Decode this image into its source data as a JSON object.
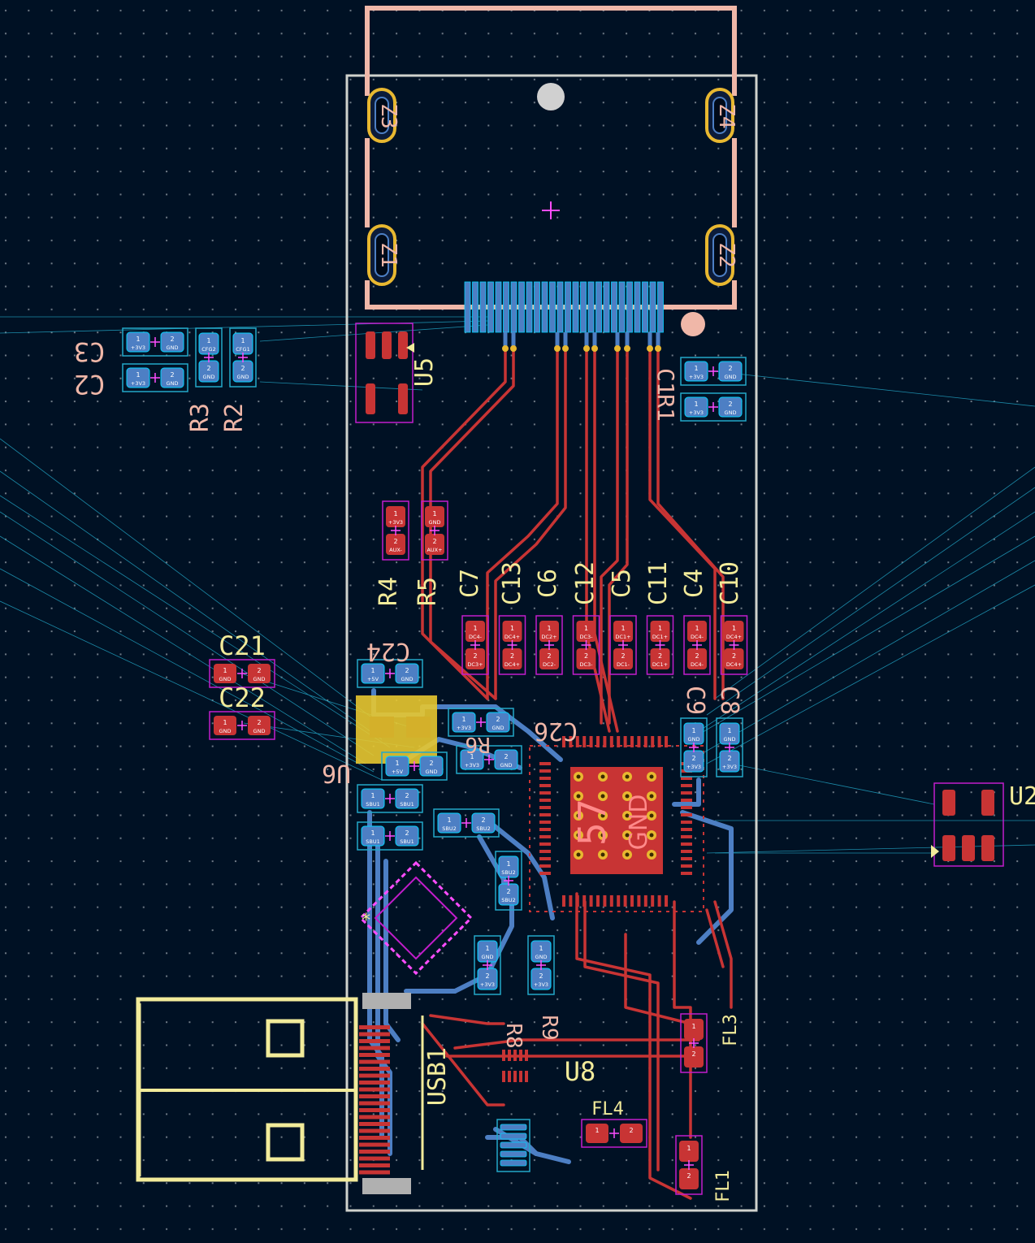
{
  "colors": {
    "background": "#001124",
    "grid_dot": "#6f7a86",
    "edge_cuts": "#d0d2cd",
    "front_copper": "#c83434",
    "back_copper": "#4d7fc4",
    "front_silk": "#f2eb9a",
    "back_silk": "#f0b7a8",
    "courtyard": "#c21dcc",
    "ratsnest": "#23a8c8",
    "pad_outline": "#00d4ff",
    "gnd_zone_text": "#e06060",
    "highlight": "#ff4dff"
  },
  "reference_labels": {
    "front": [
      "U5",
      "R4",
      "R5",
      "C7",
      "C13",
      "C6",
      "C12",
      "C5",
      "C11",
      "C4",
      "C10",
      "C21",
      "C22",
      "USB1",
      "U8",
      "FL3",
      "FL4",
      "FL1",
      "U2"
    ],
    "back": [
      "C3",
      "C2",
      "R3",
      "R2",
      "C1",
      "R1",
      "C24",
      "U6",
      "C9",
      "C8",
      "R6",
      "C26",
      "R8",
      "R9"
    ]
  },
  "mounting_hole_labels": [
    "Z3",
    "Z4",
    "Z1",
    "Z2"
  ],
  "net_labels": [
    "+3V3",
    "GND",
    "CFG2",
    "CFG1",
    "AUX-",
    "AUX+",
    "+5V",
    "SBU1",
    "SBU2",
    "DC1-",
    "DC1+",
    "DC2-",
    "DC2+",
    "DC3-",
    "DC3+",
    "DC4-",
    "DC4+"
  ],
  "ic_labels": {
    "u1_pin_count": "57",
    "u1_zone_net": "GND"
  },
  "markers": {
    "pin1_asterisk": "*"
  }
}
